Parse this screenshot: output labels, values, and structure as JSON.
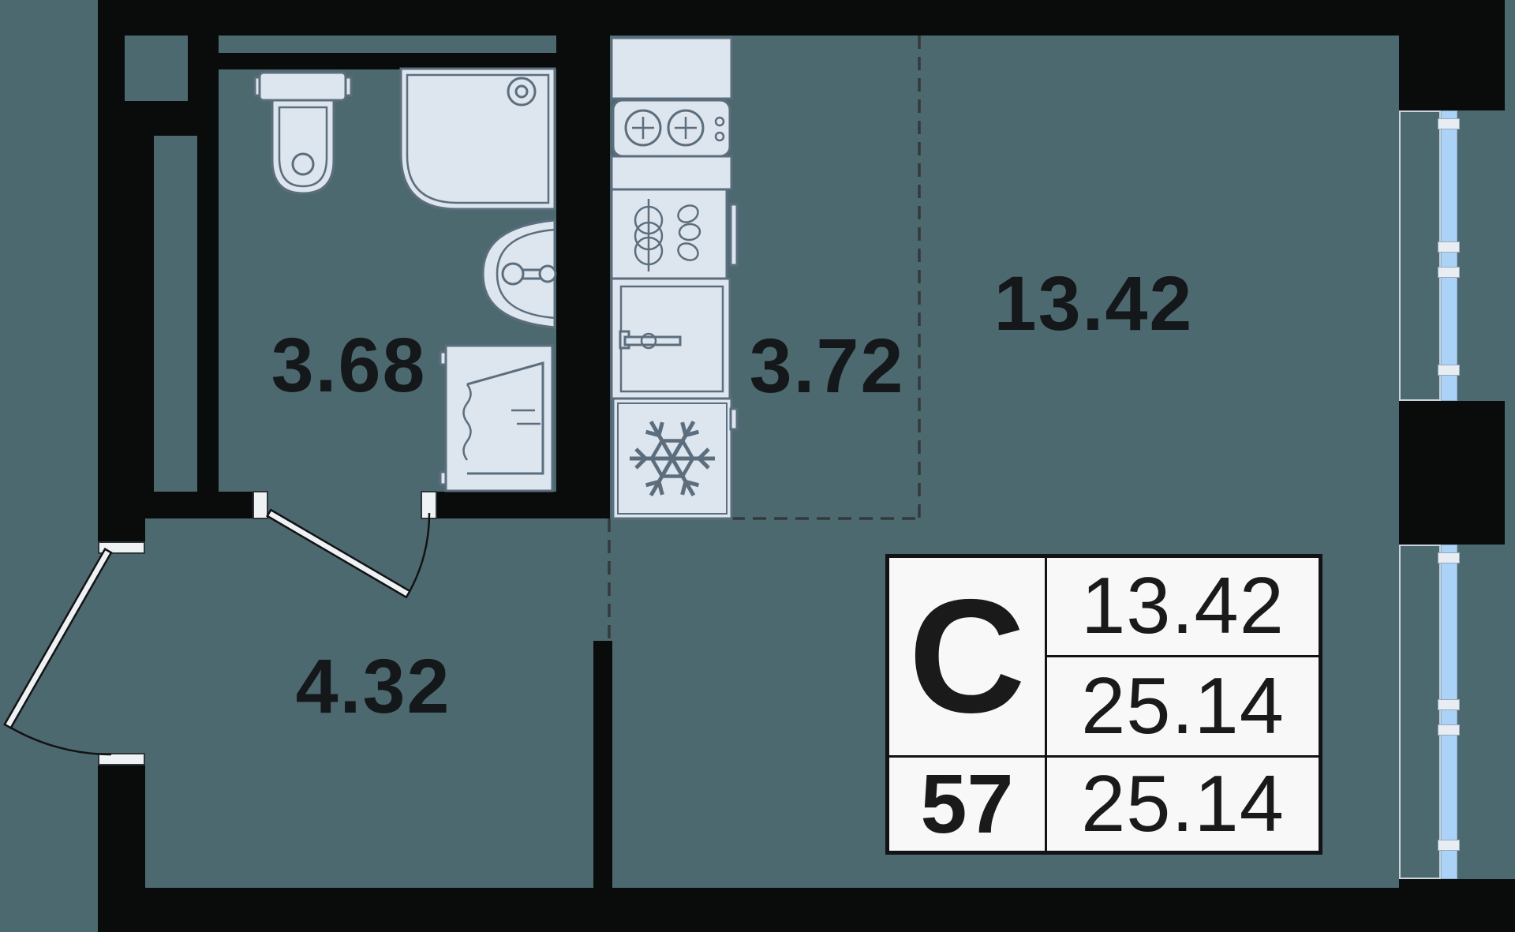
{
  "plan": {
    "rooms": [
      {
        "name": "bathroom",
        "area": "3.68"
      },
      {
        "name": "kitchen",
        "area": "3.72"
      },
      {
        "name": "living-room",
        "area": "13.42"
      },
      {
        "name": "hallway",
        "area": "4.32"
      }
    ],
    "info_table": {
      "type_letter": "С",
      "living_area": "13.42",
      "total_area": "25.14",
      "unit_number": "57",
      "total_area_bottom": "25.14"
    },
    "icons": [
      "toilet-icon",
      "shower-icon",
      "bathroom-sink-icon",
      "washing-machine-icon",
      "kitchen-counter-icon",
      "stove-icon",
      "kitchen-sink-icon",
      "oven-icon",
      "fridge-icon",
      "snowflake-icon",
      "window-icon",
      "door-swing-icon"
    ],
    "colors": {
      "background": "#4d6970",
      "walls": "#0a0b0b",
      "fixtures_fill": "#dde5ee",
      "fixtures_stroke": "#5c6e7e",
      "window_glass": "#aad3f7",
      "table_background": "#f8f8f8",
      "text": "#15181a",
      "dashed_line": "#34393c"
    }
  }
}
